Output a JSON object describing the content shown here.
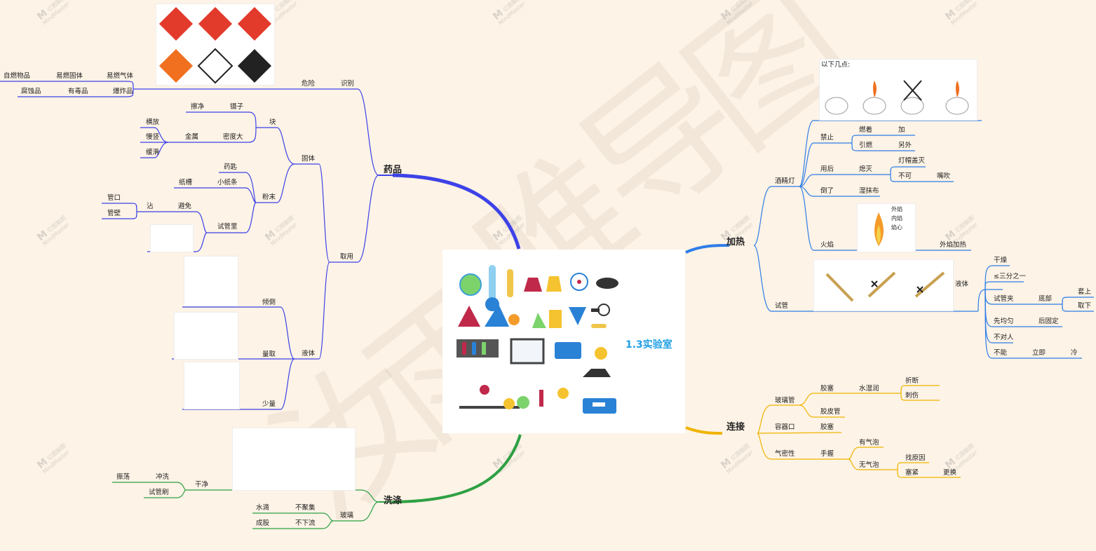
{
  "center": {
    "title": "1.3实验室"
  },
  "watermark": {
    "chars": [
      "汝",
      "雨",
      "唯",
      "导",
      "图"
    ],
    "logo_top": "亿图脑图",
    "logo_bottom": "MindMaster"
  },
  "colors": {
    "drugs": "#3d42e8",
    "wash": "#2ea043",
    "heat": "#2e7de8",
    "connect": "#f0b400",
    "bg": "#fdf3e6"
  },
  "branches": {
    "drugs": {
      "label": "药品",
      "identify": {
        "label": "识别",
        "danger": "危险",
        "row1": [
          "自燃物品",
          "易燃固体",
          "易燃气体"
        ],
        "row2": [
          "腐蚀品",
          "有毒品",
          "爆炸品"
        ]
      },
      "take": {
        "label": "取用",
        "solid": {
          "label": "固体",
          "block": {
            "label": "块",
            "clean": "擦净",
            "tweezers": "镊子",
            "metal": "金属",
            "dense": "密度大",
            "steps": [
              "横放",
              "慢竖",
              "缓滑"
            ]
          },
          "powder": {
            "label": "粉末",
            "spoon": "药匙",
            "paper": "纸槽",
            "strip": "小纸条",
            "stick": "沾",
            "avoid": "避免",
            "mouth": "管口",
            "wall": "管壁",
            "inside": "试管里"
          }
        },
        "liquid": {
          "label": "液体",
          "pour": "倾倒",
          "measure": "量取",
          "small": "少量"
        }
      }
    },
    "wash": {
      "label": "洗涤",
      "clean": "干净",
      "shake": "振荡",
      "rinse": "冲洗",
      "brush": "试管刷",
      "glass": "玻璃",
      "w1a": "水滴",
      "w1b": "不聚集",
      "w2a": "成股",
      "w2b": "不下流"
    },
    "heat": {
      "label": "加热",
      "pic_caption": "以下几点:",
      "lamp": {
        "label": "酒精灯",
        "forbid": {
          "label": "禁止",
          "a1": "燃着",
          "a2": "加",
          "b1": "引燃",
          "b2": "另外"
        },
        "after": {
          "label": "用后",
          "out": "熄灭",
          "cap": "灯帽盖灭",
          "no": "不可",
          "blow": "嘴吹"
        },
        "fall": {
          "label": "倒了",
          "cloth": "湿抹布"
        },
        "flame": {
          "label": "火焰",
          "outer": "外焰加热",
          "parts": [
            "外焰",
            "内焰",
            "焰心"
          ]
        }
      },
      "tube": {
        "label": "试管",
        "liquid": "液体",
        "dry": "干燥",
        "third": "≤三分之一",
        "clamp": "试管夹",
        "bottom": "底部",
        "on": "套上",
        "off": "取下",
        "even": "先均匀",
        "fix": "后固定",
        "notp": "不对人",
        "cannot": "不能",
        "imm": "立即",
        "cold": "冷"
      }
    },
    "connect": {
      "label": "连接",
      "glass": {
        "label": "玻璃管",
        "plug": "胶塞",
        "wet": "水湿润",
        "break": "折断",
        "hurt": "刺伤",
        "hose": "胶皮管"
      },
      "mouth": {
        "label": "容器口",
        "plug": "胶塞"
      },
      "airtight": {
        "label": "气密性",
        "hand": "手握",
        "bubble": "有气泡",
        "nobubble": "无气泡",
        "reason": "找原因",
        "tight": "塞紧",
        "change": "更换"
      }
    }
  }
}
